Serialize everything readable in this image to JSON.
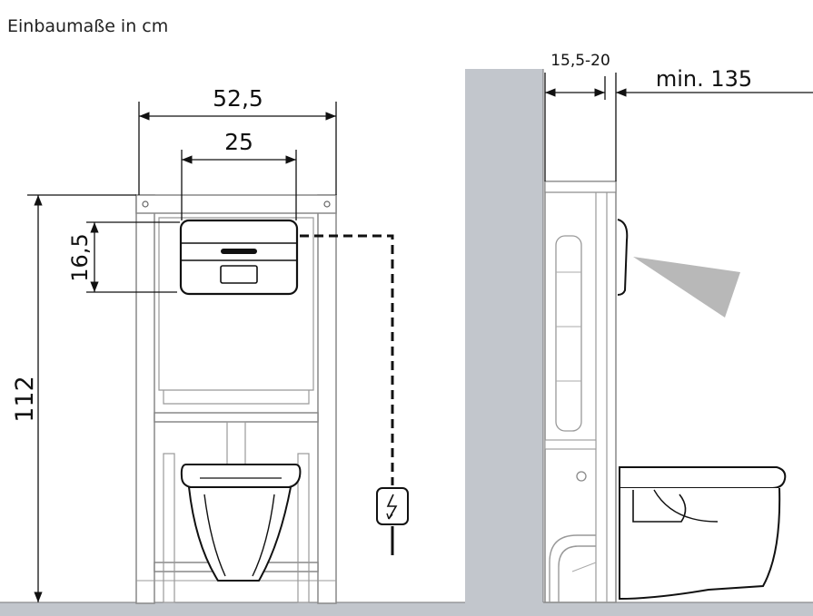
{
  "header": {
    "title": "Einbaumaße in cm"
  },
  "dimensions": {
    "width_total": "52,5",
    "width_plate": "25",
    "plate_height": "16,5",
    "total_height": "112",
    "depth_range": "15,5-20",
    "distance_front": "min. 135"
  },
  "colors": {
    "wall": "#c2c6cc",
    "floor": "#c2c6cc",
    "line": "#111111",
    "frame": "#888888",
    "sensor_beam": "#b8b8b8"
  },
  "icons": {
    "power_outlet": "lightning-bolt",
    "sensor": "infrared-beam"
  }
}
